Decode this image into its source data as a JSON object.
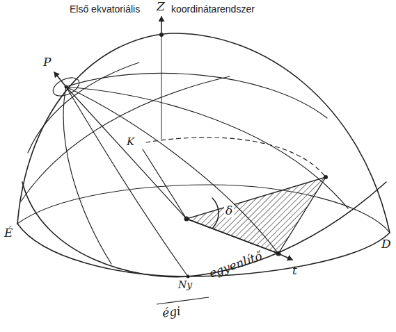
{
  "diagram": {
    "labels": [
      "Első ekvatoriális",
      "Z",
      "koordinátarendszer",
      "P",
      "K",
      "δ",
      "t",
      "É",
      "D",
      "Ny",
      "égi",
      "egyenlítő"
    ]
  }
}
